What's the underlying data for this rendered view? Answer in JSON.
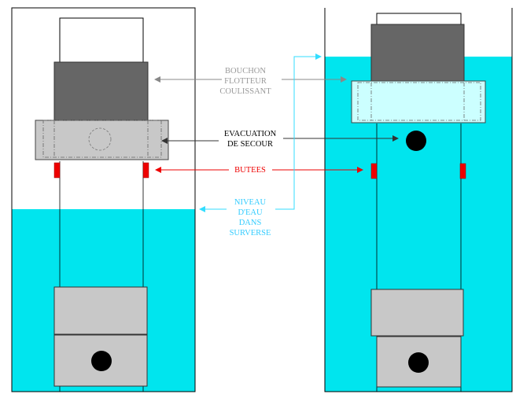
{
  "labels": {
    "bouchon": [
      "BOUCHON",
      "FLOTTEUR",
      "COULISSANT"
    ],
    "evacuation": [
      "EVACUATION",
      "DE SECOUR"
    ],
    "butees": "BUTEES",
    "niveau": [
      "NIVEAU",
      "D'EAU",
      "DANS",
      "SURVERSE"
    ]
  },
  "colors": {
    "water": "#00E5EE",
    "dark_block": "#666666",
    "housing": "#C8C8C8",
    "float_light": "#CCFFFF",
    "stop": "#EE0000",
    "grey_text": "#999999",
    "cyan_text": "#33CCFF",
    "arrow_grey": "#888888",
    "arrow_dark": "#333333",
    "arrow_cyan": "#33DDFF"
  }
}
